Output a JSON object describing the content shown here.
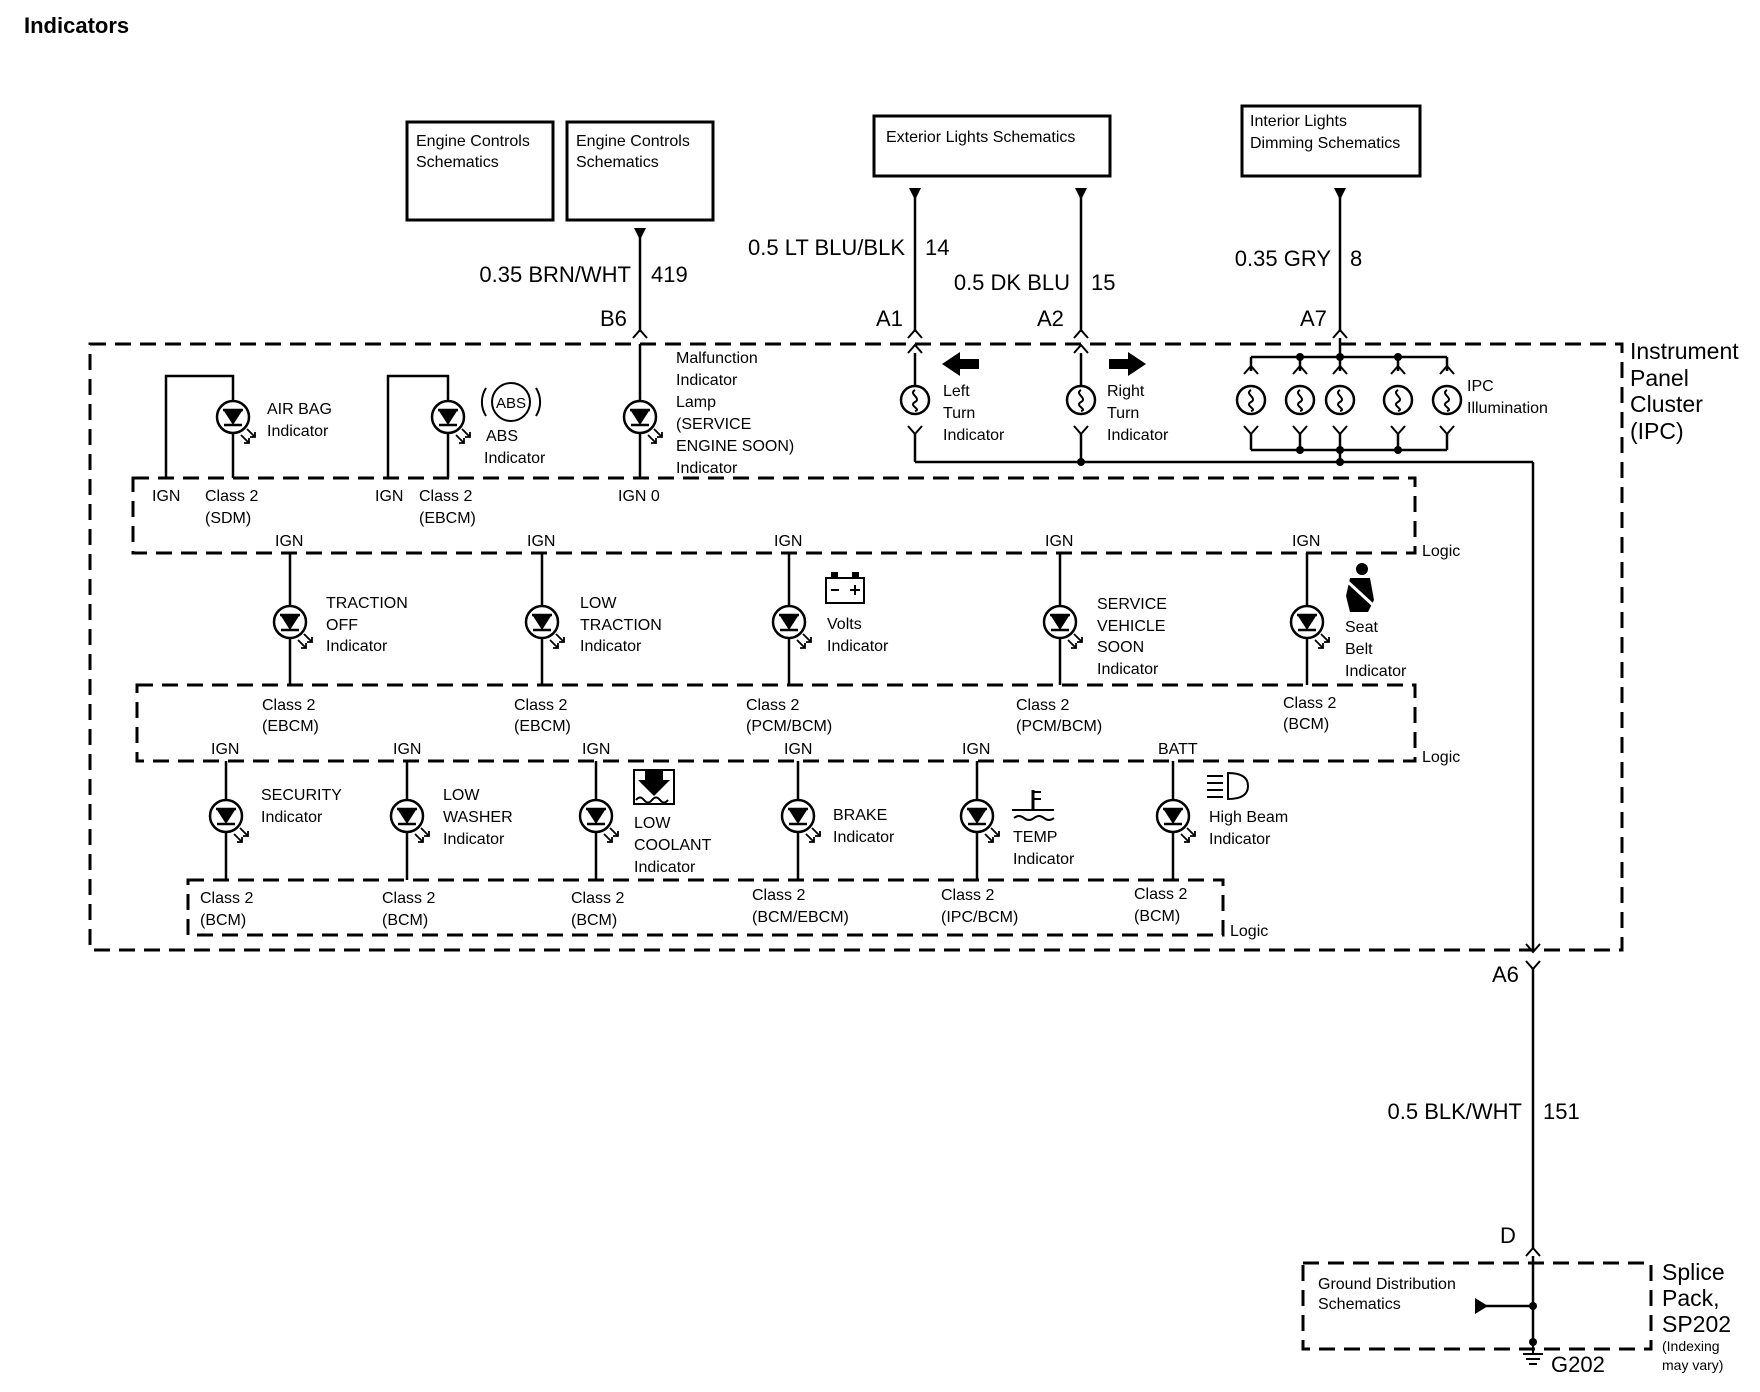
{
  "title": "Indicators",
  "external_boxes": [
    {
      "id": "ec1",
      "lines": [
        "Engine Controls",
        "Schematics"
      ]
    },
    {
      "id": "ec2",
      "lines": [
        "Engine Controls",
        "Schematics"
      ]
    },
    {
      "id": "ext",
      "lines": [
        "Exterior Lights Schematics"
      ]
    },
    {
      "id": "int",
      "lines": [
        "Interior Lights",
        "Dimming Schematics"
      ]
    }
  ],
  "wires": [
    {
      "id": "w419",
      "color": "0.35 BRN/WHT",
      "circuit": "419"
    },
    {
      "id": "w14",
      "color": "0.5 LT BLU/BLK",
      "circuit": "14"
    },
    {
      "id": "w15",
      "color": "0.5 DK BLU",
      "circuit": "15"
    },
    {
      "id": "w8",
      "color": "0.35 GRY",
      "circuit": "8"
    },
    {
      "id": "w151",
      "color": "0.5 BLK/WHT",
      "circuit": "151"
    }
  ],
  "pins": [
    "B6",
    "A1",
    "A2",
    "A7",
    "A6",
    "D"
  ],
  "ipc": {
    "label_lines": [
      "Instrument",
      "Panel",
      "Cluster",
      "(IPC)"
    ],
    "logic_label": "Logic",
    "illumination_lines": [
      "IPC",
      "Illumination"
    ],
    "turn_left_lines": [
      "Left",
      "Turn",
      "Indicator"
    ],
    "turn_right_lines": [
      "Right",
      "Turn",
      "Indicator"
    ]
  },
  "row1": [
    {
      "id": "airbag",
      "label_lines": [
        "AIR BAG",
        "Indicator"
      ],
      "sources": [
        "IGN",
        "Class 2",
        "(SDM)"
      ]
    },
    {
      "id": "abs",
      "badge": "ABS",
      "label_lines": [
        "ABS",
        "Indicator"
      ],
      "sources": [
        "IGN",
        "Class 2",
        "(EBCM)"
      ]
    },
    {
      "id": "mil",
      "label_lines": [
        "Malfunction",
        "Indicator",
        "Lamp",
        "(SERVICE",
        "ENGINE SOON)",
        "Indicator"
      ],
      "source": "IGN 0"
    }
  ],
  "row2": [
    {
      "id": "traction_off",
      "top": "IGN",
      "label_lines": [
        "TRACTION",
        "OFF",
        "Indicator"
      ],
      "bottom_lines": [
        "Class 2",
        "(EBCM)"
      ]
    },
    {
      "id": "low_traction",
      "top": "IGN",
      "label_lines": [
        "LOW",
        "TRACTION",
        "Indicator"
      ],
      "bottom_lines": [
        "Class 2",
        "(EBCM)"
      ]
    },
    {
      "id": "volts",
      "top": "IGN",
      "label_lines": [
        "Volts",
        "Indicator"
      ],
      "bottom_lines": [
        "Class 2",
        "(PCM/BCM)"
      ]
    },
    {
      "id": "svs",
      "top": "IGN",
      "label_lines": [
        "SERVICE",
        "VEHICLE",
        "SOON",
        "Indicator"
      ],
      "bottom_lines": [
        "Class 2",
        "(PCM/BCM)"
      ]
    },
    {
      "id": "seatbelt",
      "top": "IGN",
      "label_lines": [
        "Seat",
        "Belt",
        "Indicator"
      ],
      "bottom_lines": [
        "Class 2",
        "(BCM)"
      ]
    }
  ],
  "row3": [
    {
      "id": "security",
      "top": "IGN",
      "label_lines": [
        "SECURITY",
        "Indicator"
      ],
      "bottom_lines": [
        "Class 2",
        "(BCM)"
      ]
    },
    {
      "id": "low_washer",
      "top": "IGN",
      "label_lines": [
        "LOW",
        "WASHER",
        "Indicator"
      ],
      "bottom_lines": [
        "Class 2",
        "(BCM)"
      ]
    },
    {
      "id": "low_coolant",
      "top": "IGN",
      "label_lines": [
        "LOW",
        "COOLANT",
        "Indicator"
      ],
      "bottom_lines": [
        "Class 2",
        "(BCM)"
      ]
    },
    {
      "id": "brake",
      "top": "IGN",
      "label_lines": [
        "BRAKE",
        "Indicator"
      ],
      "bottom_lines": [
        "Class 2",
        "(BCM/EBCM)"
      ]
    },
    {
      "id": "temp",
      "top": "IGN",
      "label_lines": [
        "TEMP",
        "Indicator"
      ],
      "bottom_lines": [
        "Class 2",
        "(IPC/BCM)"
      ]
    },
    {
      "id": "high_beam",
      "top": "BATT",
      "label_lines": [
        "High Beam",
        "Indicator"
      ],
      "bottom_lines": [
        "Class 2",
        "(BCM)"
      ]
    }
  ],
  "splice": {
    "label_lines": [
      "Splice",
      "Pack,",
      "SP202"
    ],
    "note_lines": [
      "(Indexing",
      "may vary)"
    ],
    "inner_lines": [
      "Ground Distribution",
      "Schematics"
    ],
    "ground": "G202"
  }
}
